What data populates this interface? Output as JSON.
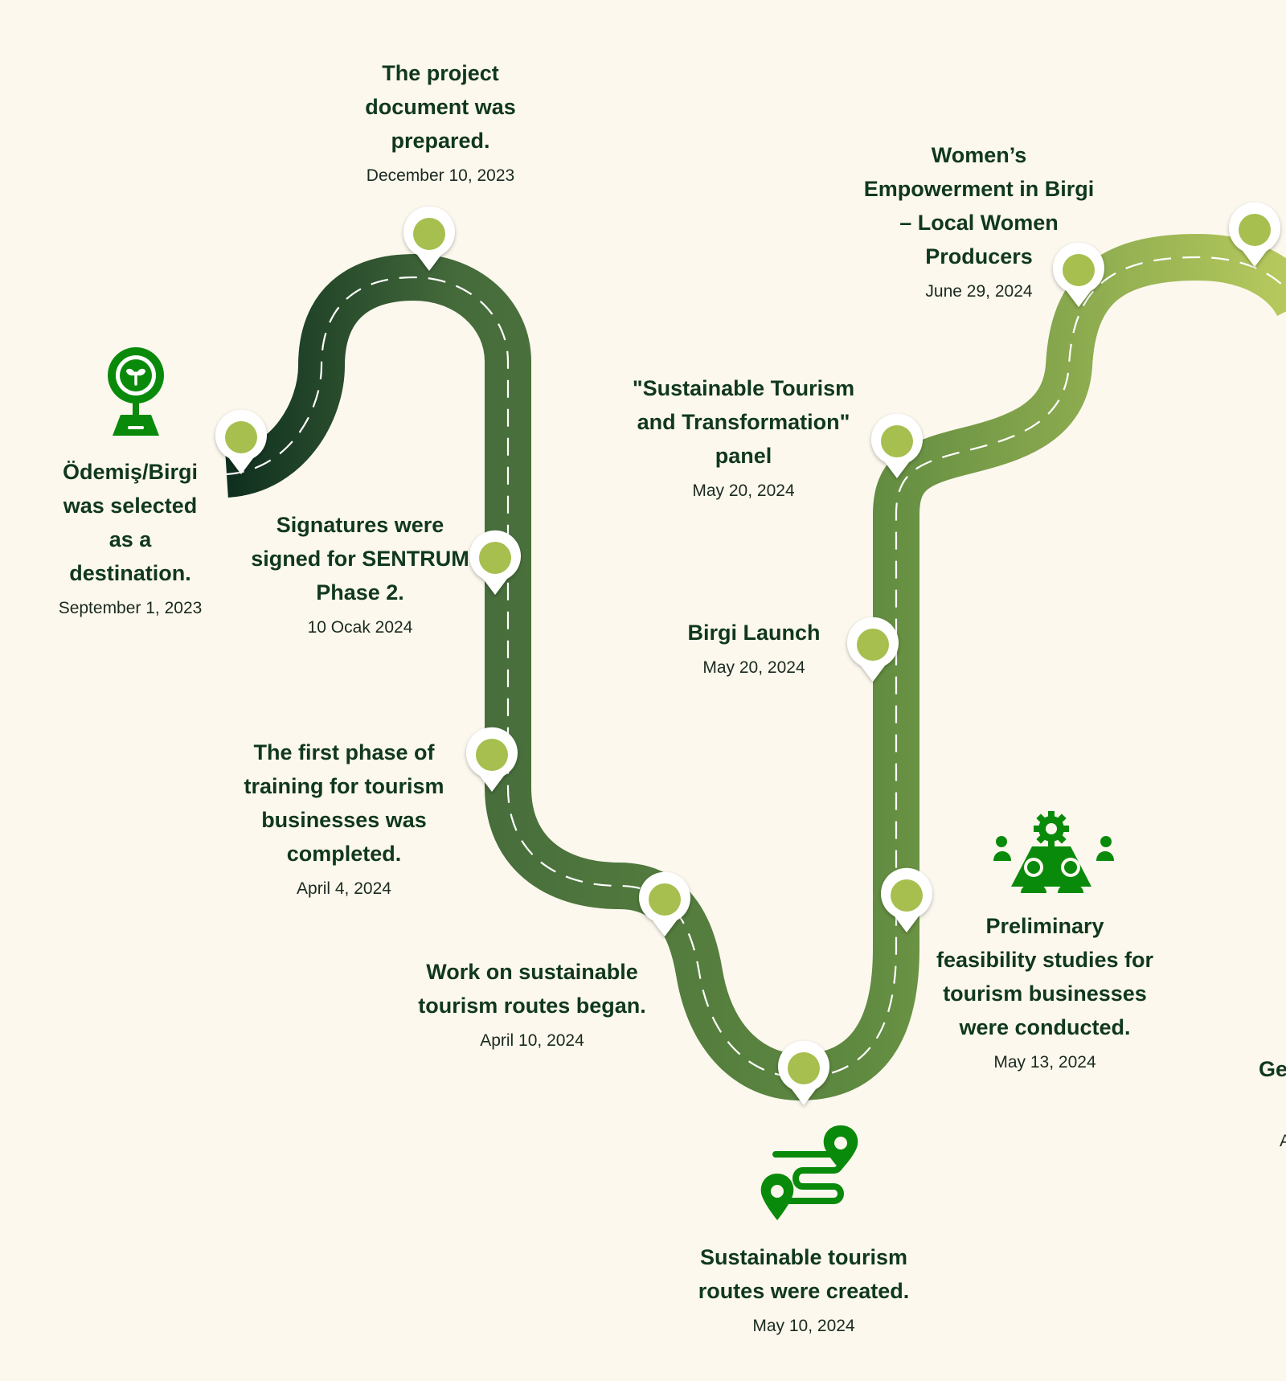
{
  "colors": {
    "background": "#fcf8ee",
    "road_dark": "#0e2e1e",
    "road_mid": "#456b3b",
    "road_light": "#b6c95d",
    "pin_dot": "#a6bf4e",
    "icon_green": "#0a8a0a",
    "text": "#10381c"
  },
  "events": [
    {
      "id": "destination",
      "title_lines": [
        "Ödemiş/Birgi",
        "was selected",
        "as a",
        "destination."
      ],
      "date": "September 1, 2023"
    },
    {
      "id": "project-document",
      "title_lines": [
        "The project",
        "document was",
        "prepared."
      ],
      "date": "December 10, 2023"
    },
    {
      "id": "signatures",
      "title_lines": [
        "Signatures were",
        "signed for SENTRUM",
        "Phase 2."
      ],
      "date": "10 Ocak 2024"
    },
    {
      "id": "training",
      "title_lines": [
        "The first phase of",
        "training for tourism",
        "businesses was",
        "completed."
      ],
      "date": "April 4, 2024"
    },
    {
      "id": "routes-began",
      "title_lines": [
        "Work on sustainable",
        "tourism routes began."
      ],
      "date": "April 10, 2024"
    },
    {
      "id": "routes-created",
      "title_lines": [
        "Sustainable tourism",
        "routes were created."
      ],
      "date": "May 10, 2024"
    },
    {
      "id": "feasibility",
      "title_lines": [
        "Preliminary",
        "feasibility studies for",
        "tourism businesses",
        "were conducted."
      ],
      "date": "May 13, 2024"
    },
    {
      "id": "launch",
      "title_lines": [
        "Birgi Launch"
      ],
      "date": "May 20, 2024"
    },
    {
      "id": "panel",
      "title_lines": [
        "\"Sustainable Tourism",
        "and Transformation\"",
        "panel"
      ],
      "date": "May 20, 2024"
    },
    {
      "id": "women",
      "title_lines": [
        "Women’s",
        "Empowerment in Birgi",
        "– Local Women",
        "Producers"
      ],
      "date": "June 29, 2024"
    }
  ],
  "cut_off": {
    "title": "Ge",
    "date": "A"
  },
  "icons": {
    "destination": "plant-location-icon",
    "routes": "route-map-icon",
    "feasibility": "team-meeting-gear-icon"
  }
}
